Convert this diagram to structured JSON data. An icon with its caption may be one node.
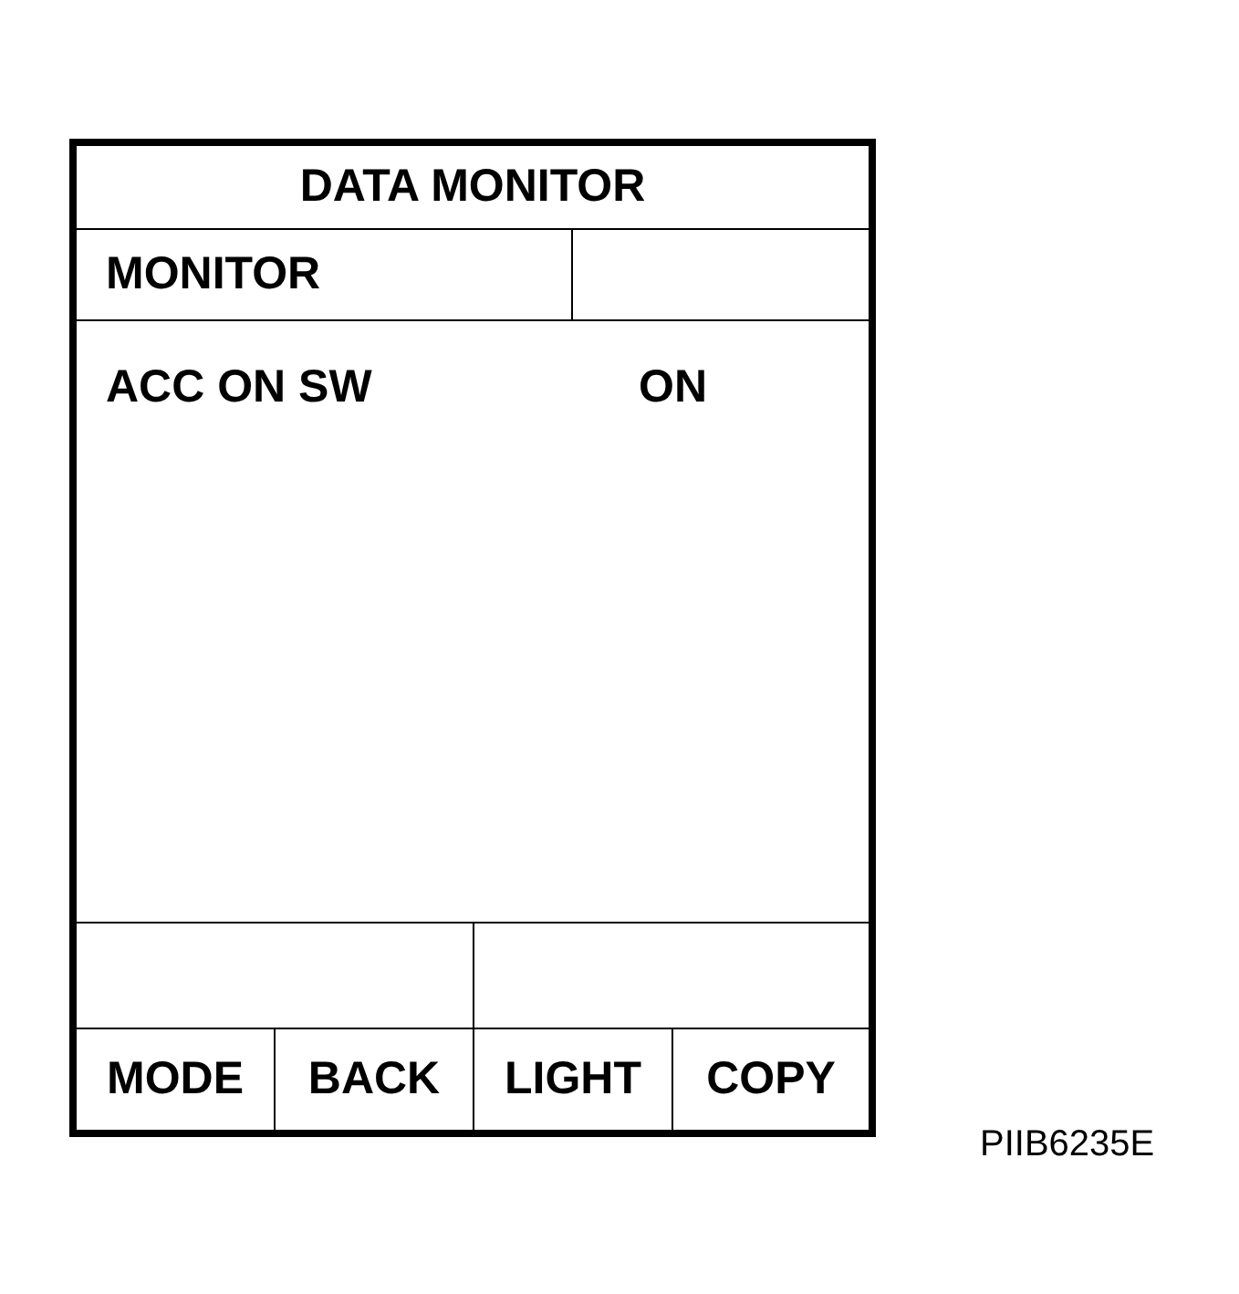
{
  "diagram": {
    "nodes": [
      {
        "text": [],
        "shape": "box"
      },
      {
        "text": [
          "DATA MONITOR"
        ],
        "in": 0
      },
      {
        "text": [
          "MONITOR"
        ],
        "in": 0
      },
      {
        "text": [],
        "shape": "box",
        "in": 0
      },
      {
        "text": [
          "ACC ON SW",
          "ON"
        ],
        "in": 0
      },
      {
        "text": [],
        "shape": "box",
        "in": 0
      },
      {
        "text": [],
        "shape": "box",
        "in": 0
      },
      {
        "text": [
          "MODE"
        ],
        "in": 0
      },
      {
        "text": [
          "BACK"
        ],
        "in": 0
      },
      {
        "text": [
          "LIGHT"
        ],
        "in": 0
      },
      {
        "text": [
          "COPY"
        ],
        "in": 0
      }
    ],
    "edges": [],
    "labels": [
      "PIIB6235E"
    ]
  }
}
